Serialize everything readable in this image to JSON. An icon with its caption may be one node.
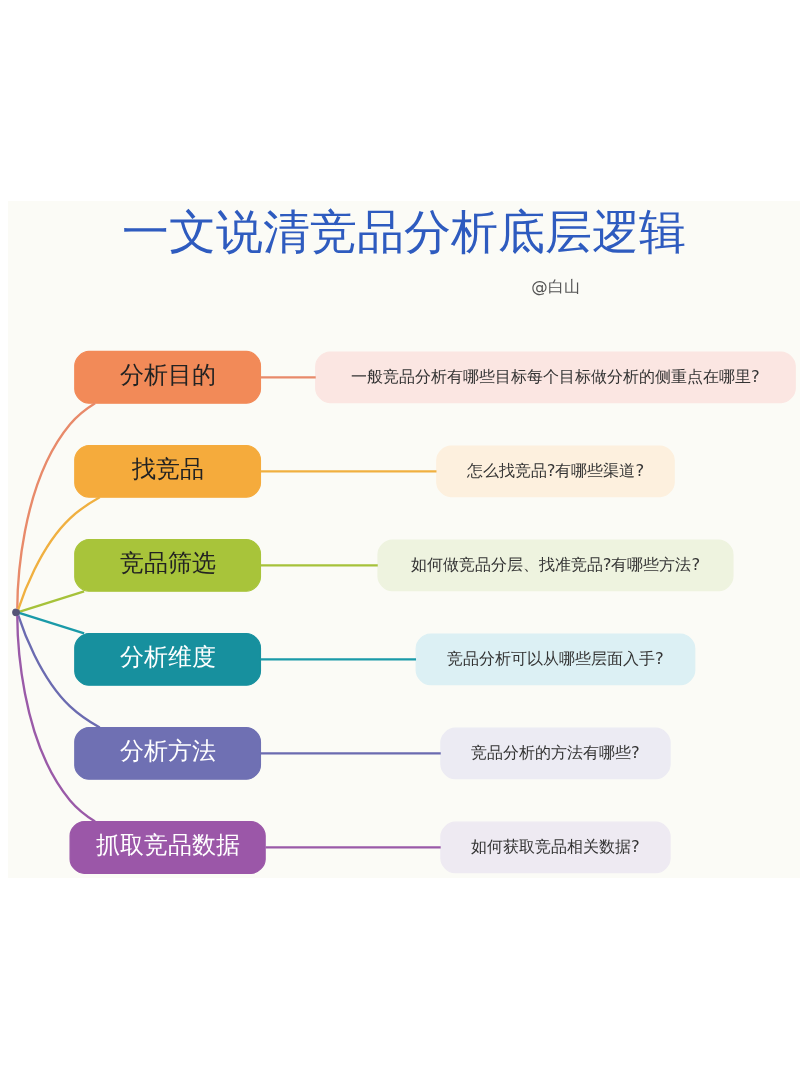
{
  "diagram": {
    "title": "一文说清竞品分析底层逻辑",
    "nodes": [
      {
        "text": [],
        "shape": "circle"
      },
      {
        "text": [
          "分析目的"
        ]
      },
      {
        "text": [
          "一般竞品分析有哪些目标每个目标做分析的侧重点在哪里?"
        ]
      },
      {
        "text": [
          "找竞品"
        ]
      },
      {
        "text": [
          "怎么找竞品?有哪些渠道?"
        ]
      },
      {
        "text": [
          "竞品筛选"
        ]
      },
      {
        "text": [
          "如何做竞品分层、找准竞品?有哪些方法?"
        ]
      },
      {
        "text": [
          "分析维度"
        ]
      },
      {
        "text": [
          "竞品分析可以从哪些层面入手?"
        ]
      },
      {
        "text": [
          "分析方法"
        ]
      },
      {
        "text": [
          "竞品分析的方法有哪些?"
        ]
      },
      {
        "text": [
          "抓取竞品数据"
        ]
      },
      {
        "text": [
          "如何获取竞品相关数据?"
        ]
      }
    ],
    "edges": [
      {
        "from": 0,
        "to": 1,
        "arrow": "none",
        "color": "#e88a6a"
      },
      {
        "from": 1,
        "to": 2,
        "arrow": "none",
        "color": "#e88a6a"
      },
      {
        "from": 0,
        "to": 3,
        "arrow": "none",
        "color": "#f0b040"
      },
      {
        "from": 3,
        "to": 4,
        "arrow": "none",
        "color": "#f0b040"
      },
      {
        "from": 0,
        "to": 5,
        "arrow": "none",
        "color": "#a6c23a"
      },
      {
        "from": 5,
        "to": 6,
        "arrow": "none",
        "color": "#a6c23a"
      },
      {
        "from": 0,
        "to": 7,
        "arrow": "none",
        "color": "#1a9aa8"
      },
      {
        "from": 7,
        "to": 8,
        "arrow": "none",
        "color": "#1a9aa8"
      },
      {
        "from": 0,
        "to": 9,
        "arrow": "none",
        "color": "#6b6bb0"
      },
      {
        "from": 9,
        "to": 10,
        "arrow": "none",
        "color": "#6b6bb0"
      },
      {
        "from": 0,
        "to": 11,
        "arrow": "none",
        "color": "#9a5aa8"
      },
      {
        "from": 11,
        "to": 12,
        "arrow": "none",
        "color": "#9a5aa8"
      }
    ],
    "labels": [
      "@白山"
    ]
  }
}
